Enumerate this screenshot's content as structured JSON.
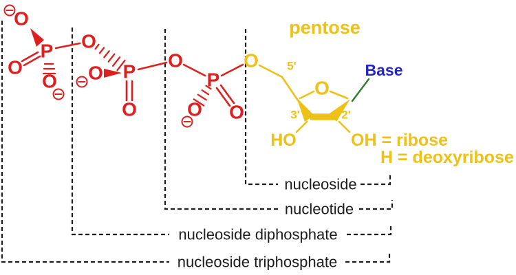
{
  "molecule": {
    "atoms": {
      "phosphorus": "P",
      "oxygen": "O"
    },
    "labels": {
      "pentose": "pentose",
      "base": "Base",
      "carbon_5_prime": "5'",
      "carbon_3_prime": "3'",
      "carbon_2_prime": "2'",
      "hydroxyl_3_prime": "HO",
      "substituent_ribose": "OH = ribose",
      "substituent_deoxyribose": "H = deoxyribose"
    }
  },
  "brackets": [
    {
      "label": "nucleoside"
    },
    {
      "label": "nucleotide"
    },
    {
      "label": "nucleoside diphosphate"
    },
    {
      "label": "nucleoside triphosphate"
    }
  ],
  "colors": {
    "phosphate_red": "#dd1f1f",
    "sugar_gold": "#eec117",
    "base_blue": "#2525c0",
    "glycosidic_bond_green": "#2e7d2e",
    "bracket_black": "#1c1c1c",
    "background": "#ffffff"
  }
}
